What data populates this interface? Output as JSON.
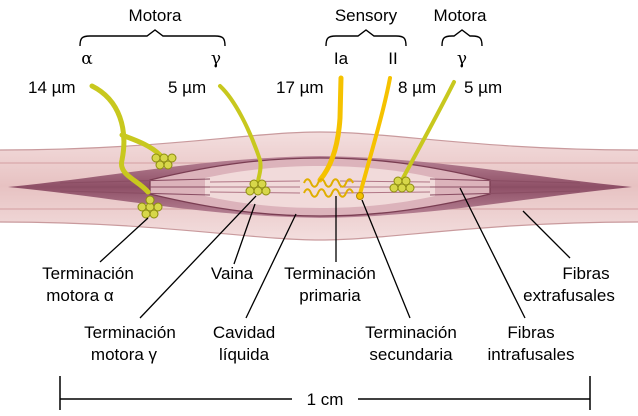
{
  "header": {
    "motor_left_title": "Motora",
    "sensory_title": "Sensory",
    "motor_right_title": "Motora",
    "alpha_symbol": "α",
    "gamma_symbol_left": "γ",
    "gamma_symbol_right": "γ",
    "ia_label": "Ia",
    "ii_label": "II"
  },
  "fiber_diameters": {
    "alpha": "14 µm",
    "gamma_left": "5 µm",
    "ia": "17 µm",
    "ii": "8 µm",
    "gamma_right": "5 µm"
  },
  "labels": {
    "alpha_ending_line1": "Terminación",
    "alpha_ending_line2": "motora α",
    "gamma_ending_line1": "Terminación",
    "gamma_ending_line2": "motora γ",
    "sheath": "Vaina",
    "primary_ending_line1": "Terminación",
    "primary_ending_line2": "primaria",
    "fluid_cavity_line1": "Cavidad",
    "fluid_cavity_line2": "líquida",
    "secondary_ending_line1": "Terminación",
    "secondary_ending_line2": "secundaria",
    "intrafusal_line1": "Fibras",
    "intrafusal_line2": "intrafusales",
    "extrafusal_line1": "Fibras",
    "extrafusal_line2": "extrafusales"
  },
  "scale_bar": {
    "label": "1 cm"
  },
  "colors": {
    "motor_fiber": "#c8c81e",
    "sensory_fiber": "#f5c200",
    "muscle_pink": "#e8c4c4",
    "spindle_mauve": "#a06478",
    "spindle_dark": "#8a4d63"
  }
}
